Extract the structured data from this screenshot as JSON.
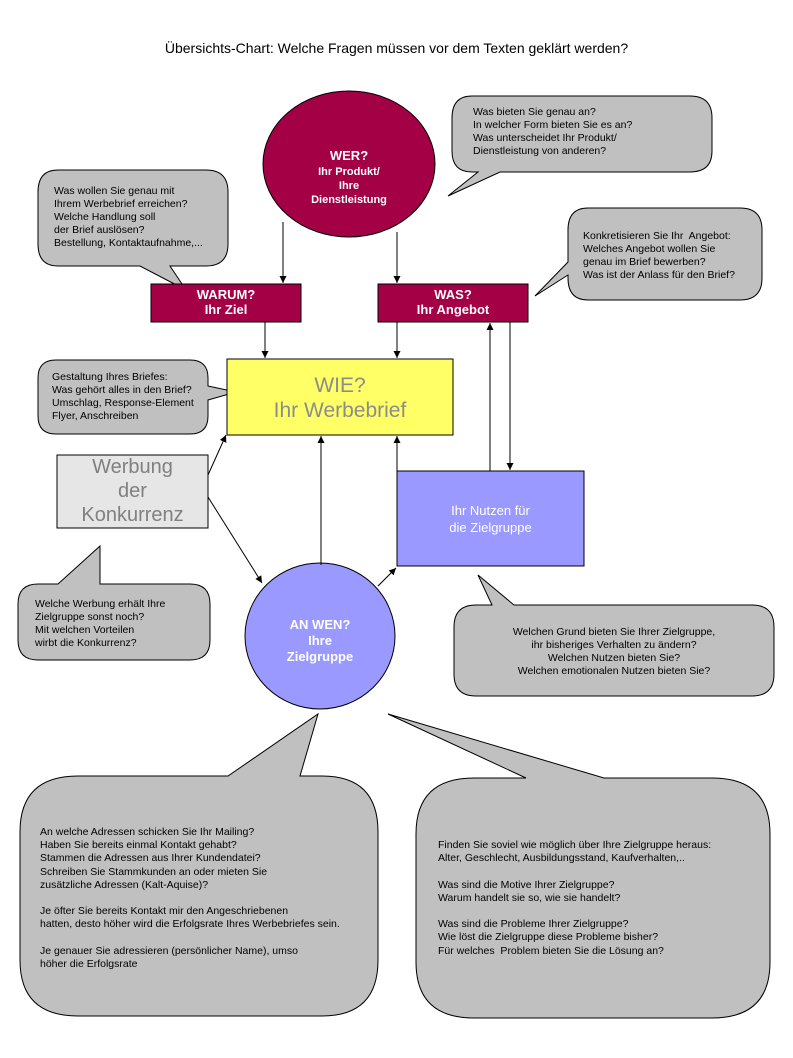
{
  "title": "Übersichts-Chart: Welche Fragen müssen vor dem Texten geklärt werden?",
  "nodes": {
    "wer": {
      "label": "WER?",
      "sub": "Ihr Produkt/\nIhre\nDienstleistung",
      "color": "#a30046"
    },
    "warum": {
      "label": "WARUM?\nIhr Ziel",
      "color": "#a30046"
    },
    "was": {
      "label": "WAS?\nIhr Angebot",
      "color": "#a30046"
    },
    "wie": {
      "label": "WIE?\nIhr Werbebrief",
      "color": "#ffff66"
    },
    "konkurrenz": {
      "label": "Werbung\nder\nKonkurrenz",
      "color": "#e6e6e6"
    },
    "nutzen": {
      "label": "Ihr Nutzen für\ndie Zielgruppe",
      "color": "#9999ff"
    },
    "anwen": {
      "label": "AN WEN?\nIhre\nZielgruppe",
      "color": "#9999ff"
    }
  },
  "bubbles": {
    "was_bieten": "Was bieten Sie genau an?\nIn welcher Form bieten Sie es an?\nWas unterscheidet Ihr Produkt/\nDienstleistung von anderen?",
    "was_wollen": "Was wollen Sie genau mit\nIhrem Werbebrief erreichen?\nWelche Handlung soll\nder Brief auslösen?\nBestellung, Kontaktaufnahme,...",
    "konkretisieren": "Konkretisieren Sie Ihr  Angebot:\nWelches Angebot wollen Sie\ngenau im Brief bewerben?\nWas ist der Anlass für den Brief?",
    "gestaltung": "Gestaltung Ihres Briefes:\nWas gehört alles in den Brief?\nUmschlag, Response-Element\nFlyer, Anschreiben",
    "welche_werbung": "Welche Werbung erhält Ihre\nZielgruppe sonst noch?\nMit welchen Vorteilen\nwirbt die Konkurrenz?",
    "welchen_grund": "Welchen Grund bieten Sie Ihrer Zielgruppe,\nihr bisheriges Verhalten zu ändern?\nWelchen Nutzen bieten Sie?\nWelchen emotionalen Nutzen bieten Sie?",
    "adressen": "An welche Adressen schicken Sie Ihr Mailing?\nHaben Sie bereits einmal Kontakt gehabt?\nStammen die Adressen aus Ihrer Kundendatei?\nSchreiben Sie Stammkunden an oder mieten Sie\nzusätzliche Adressen (Kalt-Aquise)?\n\nJe öfter Sie bereits Kontakt mir den Angeschriebenen\nhatten, desto höher wird die Erfolgsrate Ihres Werbebriefes sein.\n\nJe genauer Sie adressieren (persönlicher Name), umso\nhöher die Erfolgsrate",
    "finden": "Finden Sie soviel wie möglich über Ihre Zielgruppe heraus:\nAlter, Geschlecht, Ausbildungsstand, Kaufverhalten,..\n\nWas sind die Motive Ihrer Zielgruppe?\nWarum handelt sie so, wie sie handelt?\n\nWas sind die Probleme Ihrer Zielgruppe?\nWie löst die Zielgruppe diese Probleme bisher?\nFür welches  Problem bieten Sie die Lösung an?"
  },
  "colors": {
    "bubble_fill": "#c0c0c0",
    "stroke": "#000000"
  }
}
